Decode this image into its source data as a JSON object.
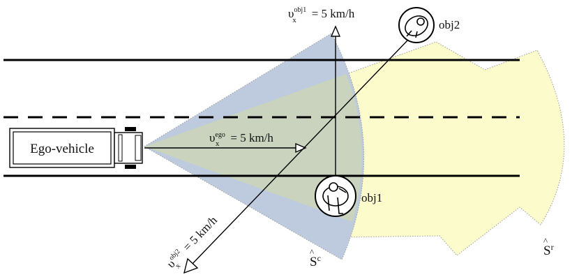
{
  "labels": {
    "ego_vehicle": "Ego-vehicle",
    "obj1": "obj1",
    "obj2": "obj2",
    "v_ego_base": "υ",
    "v_ego_sub": "x",
    "v_ego_sup": "ego",
    "v_ego_value": "= 5 km/h",
    "v_obj1_base": "υ",
    "v_obj1_sub": "x",
    "v_obj1_sup": "obj1",
    "v_obj1_value": "= 5 km/h",
    "v_obj2_base": "υ",
    "v_obj2_sub": "x",
    "v_obj2_sup": "obj2",
    "v_obj2_value": "= 5 km/h",
    "s_c_base": "S",
    "s_c_sup": "c",
    "s_r_base": "S",
    "s_r_sup": "r"
  },
  "colors": {
    "camera_region": "#b9c7dc",
    "radar_region": "#fbfbcc",
    "overlap_region": "#c9d3be",
    "lines": "#000000"
  }
}
